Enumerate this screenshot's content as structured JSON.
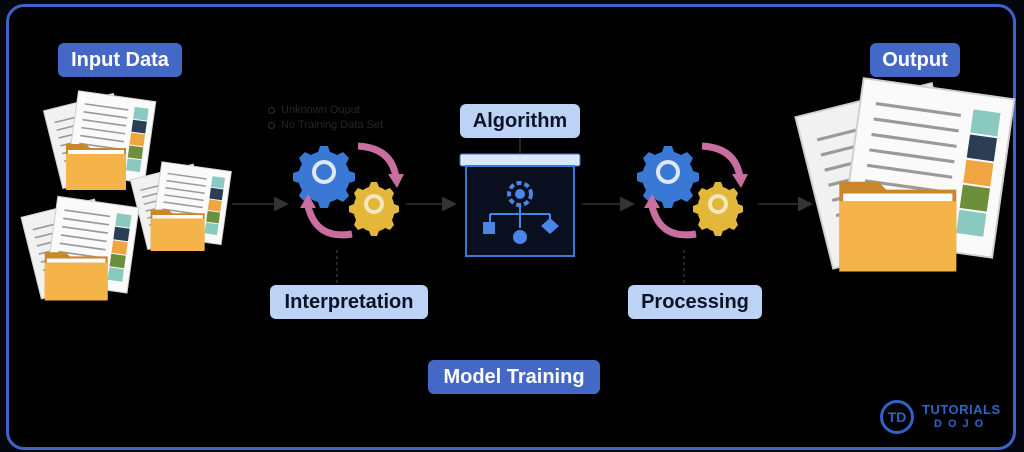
{
  "labels": {
    "input": "Input Data",
    "output": "Output",
    "algorithm": "Algorithm",
    "interpretation": "Interpretation",
    "processing": "Processing",
    "model_training": "Model Training"
  },
  "notes": [
    "Unknown Ouput",
    "No Training Data Set"
  ],
  "brand": {
    "line1": "TUTORIALS",
    "line2": "DOJO",
    "logo": "TD"
  },
  "icons": [
    "document-folder-icon",
    "gears-icon",
    "algorithm-board-icon",
    "arrow-icon"
  ],
  "colors": {
    "frame": "#3f63c8",
    "label_dark": "#4468c6",
    "label_light": "#bcd3f5",
    "gear_blue": "#3a78d6",
    "gear_yellow": "#e2b73a",
    "arrow_pink": "#c96fa0",
    "folder": "#f5b44a"
  }
}
